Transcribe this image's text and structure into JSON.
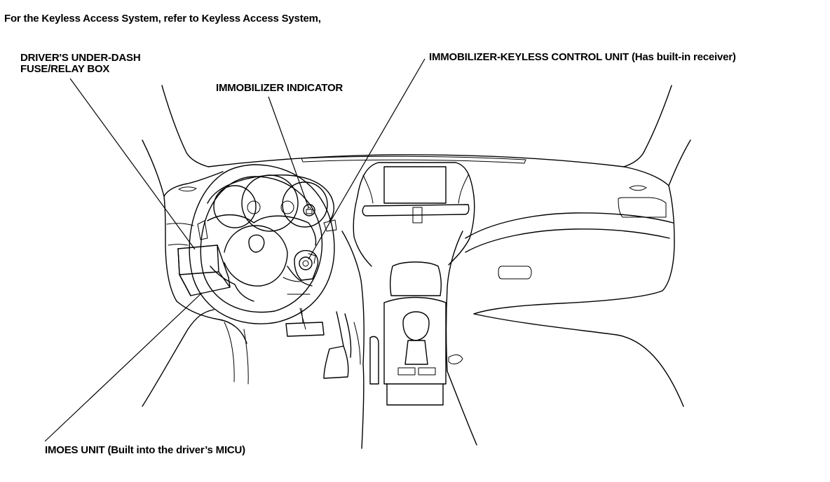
{
  "header": {
    "note": "For the Keyless Access System, refer to Keyless Access System,"
  },
  "callouts": {
    "fuse_relay_box_line1": "DRIVER'S UNDER-DASH",
    "fuse_relay_box_line2": "FUSE/RELAY BOX",
    "immobilizer_indicator": "IMMOBILIZER INDICATOR",
    "immobilizer_keyless_control_unit": "IMMOBILIZER-KEYLESS CONTROL UNIT (Has built-in receiver)",
    "imoes_unit": "IMOES UNIT (Built into the driver’s MICU)"
  }
}
